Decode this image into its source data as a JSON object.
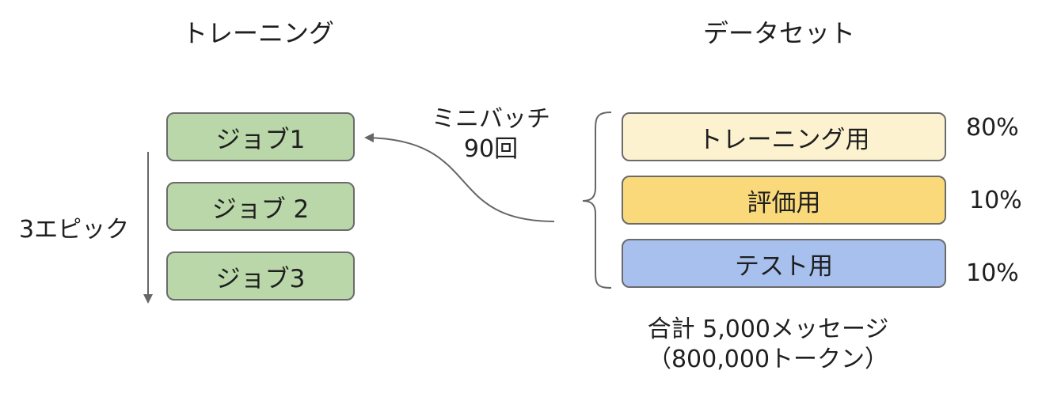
{
  "headings": {
    "training": "トレーニング",
    "dataset": "データセット"
  },
  "training": {
    "epochs_label": "3エピック",
    "jobs": [
      {
        "label": "ジョブ1"
      },
      {
        "label": "ジョブ 2"
      },
      {
        "label": "ジョブ3"
      }
    ]
  },
  "minibatch": {
    "line1": "ミニバッチ",
    "line2": "90回"
  },
  "dataset": {
    "splits": [
      {
        "label": "トレーニング用",
        "percent": "80%",
        "color": "#fdf2d0"
      },
      {
        "label": "評価用",
        "percent": "10%",
        "color": "#f9d97a"
      },
      {
        "label": "テスト用",
        "percent": "10%",
        "color": "#a8c0ee"
      }
    ],
    "total_line1": "合計 5,000メッセージ",
    "total_line2": "（800,000トークン）"
  },
  "colors": {
    "job_fill": "#b9d7a8",
    "border": "#6b6b6b",
    "arrow": "#666666"
  }
}
